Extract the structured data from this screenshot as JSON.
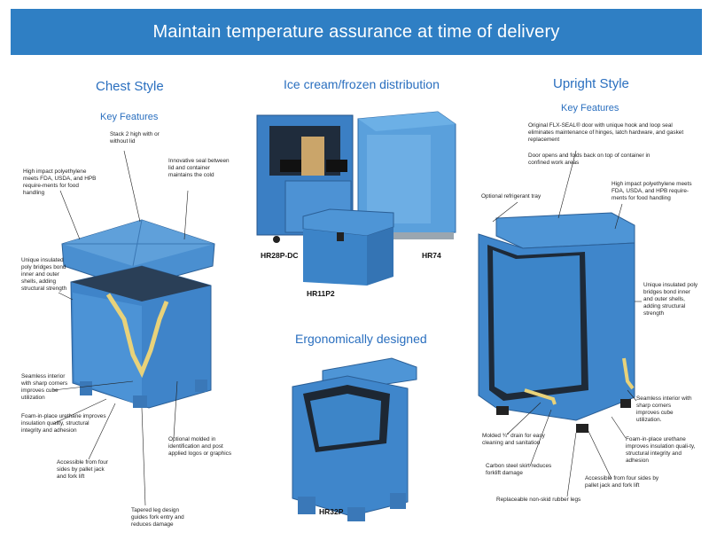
{
  "banner": {
    "title": "Maintain temperature assurance at time of delivery"
  },
  "chest": {
    "title": "Chest Style",
    "subtitle": "Key Features",
    "callouts": [
      "Stack 2 high with or without lid",
      "High impact polyethylene meets FDA, USDA, and HPB require-ments for food handling",
      "Innovative seal between lid and container maintains the cold",
      "Unique insulated poly bridges bond inner and outer shells, adding structural strength",
      "Seamless interior with sharp corners improves cube utilization",
      "Foam-in-place urethane improves insulation quality, structural integrity and adhesion",
      "Accessible from four sides by pallet jack and fork lift",
      "Tapered leg design guides fork entry and reduces damage",
      "Optional molded in identification and post applied logos or graphics"
    ]
  },
  "ice": {
    "title": "Ice cream/frozen distribution",
    "models": [
      "HR28P-DC",
      "HR74",
      "HR11P2"
    ]
  },
  "ergo": {
    "title": "Ergonomically designed",
    "model": "HR32P"
  },
  "upright": {
    "title": "Upright Style",
    "subtitle": "Key Features",
    "callouts": [
      "Original FLX-SEAL® door with unique hook and loop seal eliminates maintenance of hinges, latch hardware, and gasket replacement",
      "Door opens and folds back on top of container in confined work areas",
      "Optional refrigerant tray",
      "High impact polyethylene meets FDA, USDA, and HPB require-ments for food handling",
      "Unique insulated poly bridges bond inner and outer shells, adding structural strength",
      "Seamless interior with sharp corners improves cube utilization.",
      "Foam-in-place urethane improves insulation quali-ty, structural integrity and adhesion",
      "Molded ¾\" drain for easy cleaning and sanitation",
      "Carbon steel skirt reduces forklift damage",
      "Accessible from four sides by pallet jack and fork lift",
      "Replaceable non-skid rubber legs"
    ]
  },
  "colors": {
    "brand_blue": "#2f7fc4",
    "product_blue": "#4a8fd0"
  }
}
